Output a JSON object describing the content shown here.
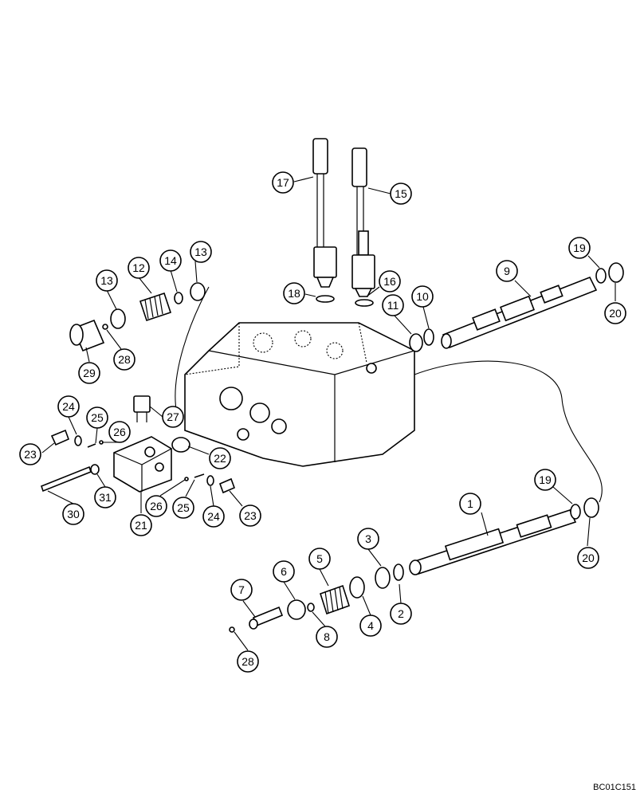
{
  "drawing_code": "BC01C151",
  "callouts": [
    {
      "label": "1"
    },
    {
      "label": "2"
    },
    {
      "label": "3"
    },
    {
      "label": "4"
    },
    {
      "label": "5"
    },
    {
      "label": "6"
    },
    {
      "label": "7"
    },
    {
      "label": "8"
    },
    {
      "label": "9"
    },
    {
      "label": "10"
    },
    {
      "label": "11"
    },
    {
      "label": "12"
    },
    {
      "label": "13"
    },
    {
      "label": "13"
    },
    {
      "label": "14"
    },
    {
      "label": "15"
    },
    {
      "label": "16"
    },
    {
      "label": "17"
    },
    {
      "label": "18"
    },
    {
      "label": "19"
    },
    {
      "label": "19"
    },
    {
      "label": "20"
    },
    {
      "label": "20"
    },
    {
      "label": "21"
    },
    {
      "label": "22"
    },
    {
      "label": "23"
    },
    {
      "label": "23"
    },
    {
      "label": "24"
    },
    {
      "label": "24"
    },
    {
      "label": "25"
    },
    {
      "label": "25"
    },
    {
      "label": "26"
    },
    {
      "label": "26"
    },
    {
      "label": "27"
    },
    {
      "label": "28"
    },
    {
      "label": "28"
    },
    {
      "label": "29"
    },
    {
      "label": "30"
    },
    {
      "label": "31"
    }
  ]
}
